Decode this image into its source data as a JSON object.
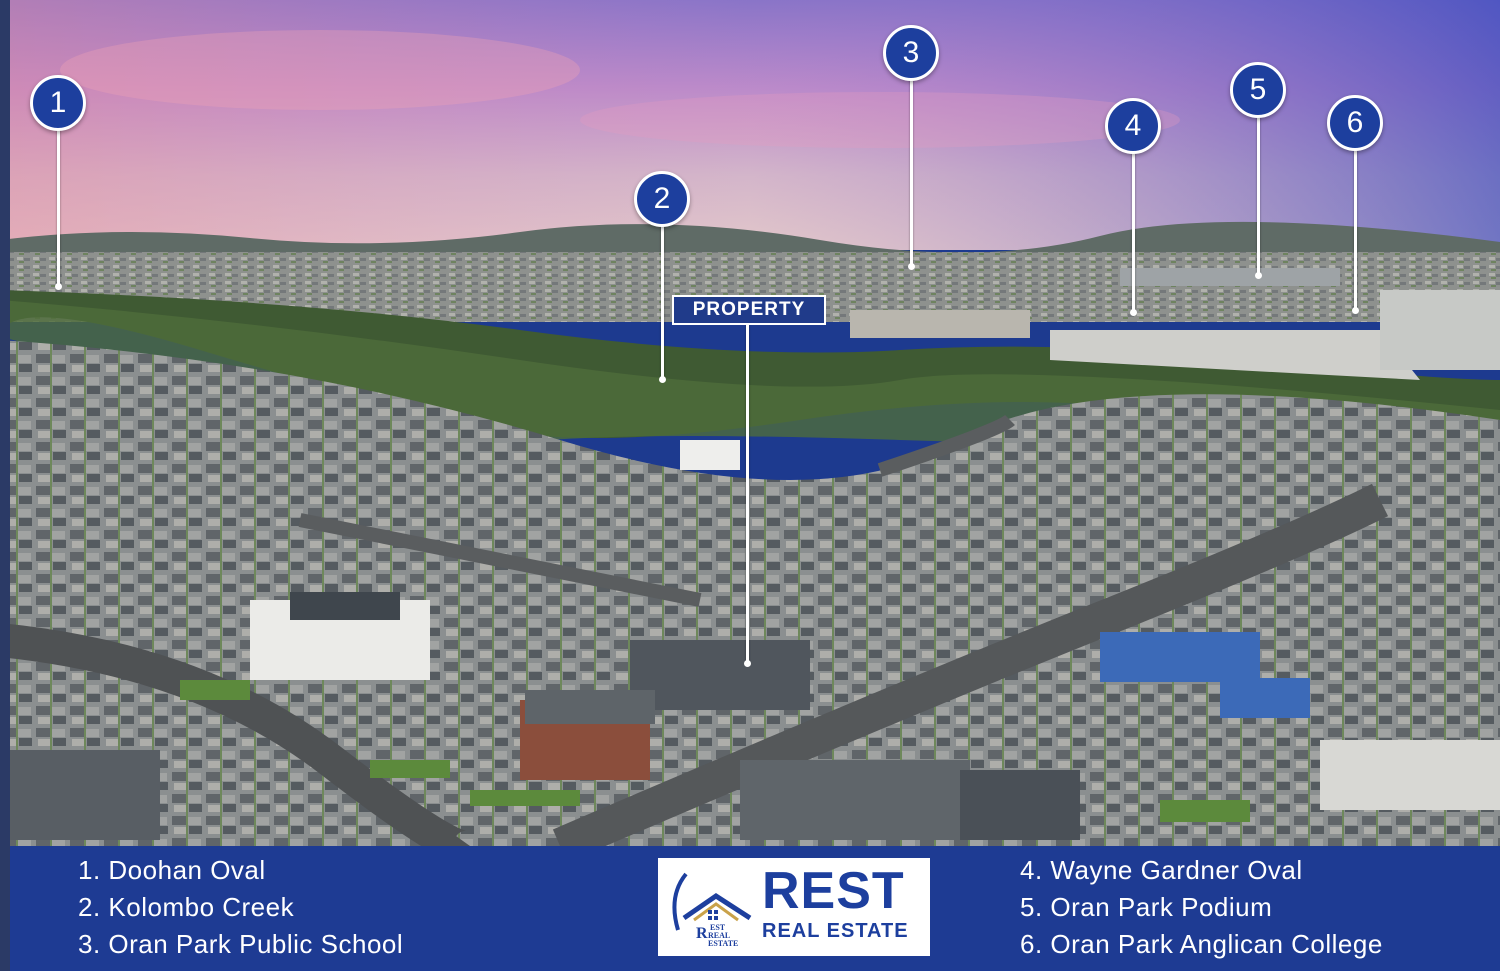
{
  "markers": [
    {
      "id": "1",
      "label": "1"
    },
    {
      "id": "2",
      "label": "2"
    },
    {
      "id": "3",
      "label": "3"
    },
    {
      "id": "4",
      "label": "4"
    },
    {
      "id": "5",
      "label": "5"
    },
    {
      "id": "6",
      "label": "6"
    }
  ],
  "property_label": "PROPERTY",
  "legend": {
    "left": [
      "1. Doohan Oval",
      "2. Kolombo Creek",
      "3. Oran Park Public School"
    ],
    "right": [
      "4. Wayne Gardner Oval",
      "5. Oran Park Podium",
      "6. Oran Park Anglican College"
    ]
  },
  "logo": {
    "title": "REST",
    "subtitle": "REAL ESTATE",
    "mini_lines": [
      "EST",
      "REAL",
      "ESTATE"
    ],
    "mini_initial": "R"
  },
  "colors": {
    "marker_fill": "#1d3f9e",
    "banner": "#1e3b93",
    "logo_text": "#1d3f9e"
  }
}
